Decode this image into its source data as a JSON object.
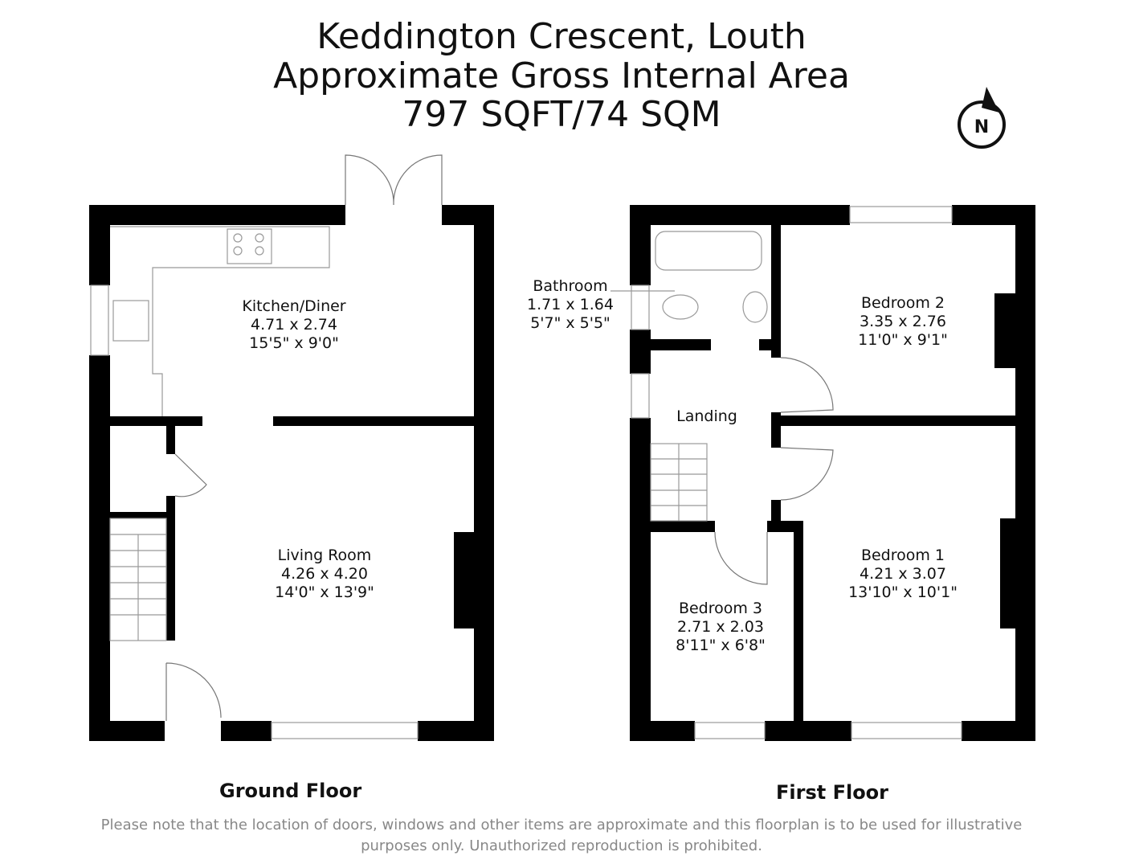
{
  "header": {
    "address": "Keddington Crescent, Louth",
    "subtitle": "Approximate Gross Internal Area",
    "area": "797 SQFT/74 SQM"
  },
  "compass": {
    "icon": "north-arrow-icon",
    "letter": "N"
  },
  "ground_floor": {
    "name": "Ground Floor",
    "rooms": [
      {
        "name": "Kitchen/Diner",
        "metric": "4.71 x 2.74",
        "imperial": "15'5\" x 9'0\""
      },
      {
        "name": "Living Room",
        "metric": "4.26 x 4.20",
        "imperial": "14'0\" x 13'9\""
      }
    ]
  },
  "first_floor": {
    "name": "First Floor",
    "rooms": [
      {
        "name": "Bathroom",
        "metric": "1.71 x 1.64",
        "imperial": "5'7\" x 5'5\""
      },
      {
        "name": "Bedroom 2",
        "metric": "3.35 x 2.76",
        "imperial": "11'0\" x 9'1\""
      },
      {
        "name": "Landing"
      },
      {
        "name": "Bedroom 1",
        "metric": "4.21 x 3.07",
        "imperial": "13'10\" x 10'1\""
      },
      {
        "name": "Bedroom 3",
        "metric": "2.71 x 2.03",
        "imperial": "8'11\" x 6'8\""
      }
    ]
  },
  "disclaimer": {
    "line1": "Please note that the location of doors, windows and other items are approximate and this floorplan is to be used for illustrative",
    "line2": "purposes only. Unauthorized reproduction is prohibited."
  }
}
